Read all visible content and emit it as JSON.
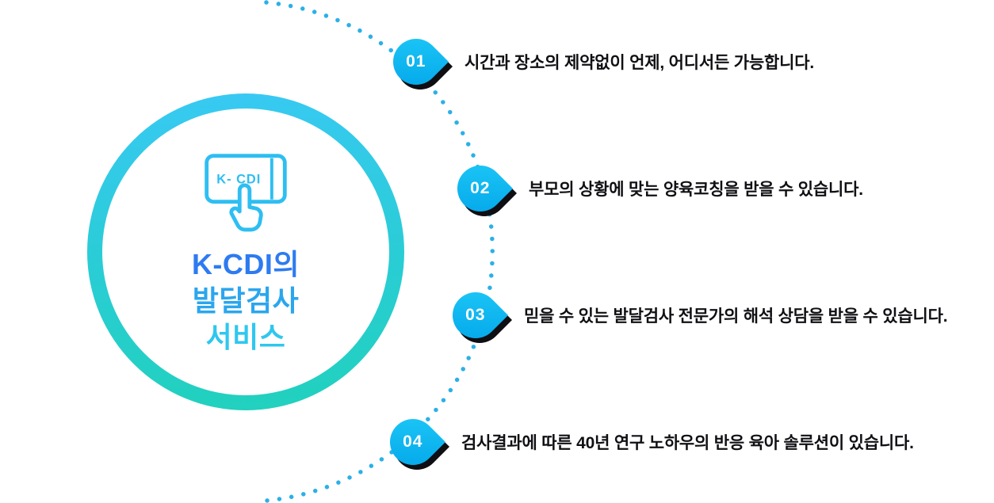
{
  "diagram": {
    "center": {
      "device_label": "K- CDI",
      "title_lines": [
        "K-CDI의",
        "발달검사",
        "서비스"
      ]
    },
    "items": [
      {
        "number": "01",
        "text": "시간과 장소의 제약없이 언제, 어디서든 가능합니다."
      },
      {
        "number": "02",
        "text": "부모의 상황에 맞는 양육코칭을 받을 수 있습니다."
      },
      {
        "number": "03",
        "text": "믿을 수 있는 발달검사 전문가의 해석 상담을 받을 수 있습니다."
      },
      {
        "number": "04",
        "text": "검사결과에 따른 40년 연구 노하우의 반응 육아 솔루션이 있습니다."
      }
    ],
    "colors": {
      "accent_cyan": "#0db4ee",
      "accent_blue": "#2e7bf0",
      "ring_gradient_top": "#38c9f3",
      "ring_gradient_bottom": "#21d1bd",
      "dot_color": "#2bb0e8",
      "badge_gradient_top": "#1ec9f7",
      "badge_gradient_bottom": "#02a5e9",
      "badge_shadow": "#0e0e13",
      "text_color": "#101014"
    }
  }
}
